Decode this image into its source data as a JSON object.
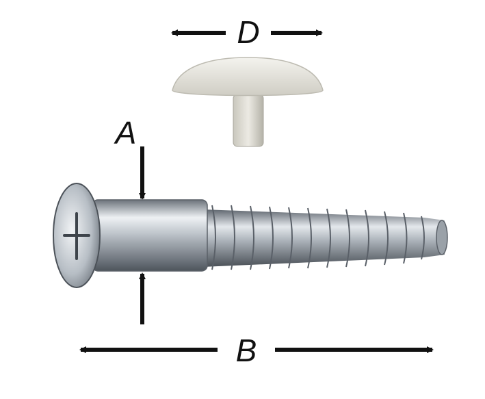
{
  "labels": {
    "cap_diameter": "D",
    "shank_diameter": "A",
    "screw_length": "B"
  },
  "colors": {
    "arrow": "#111111",
    "cap": "#e6e4dc",
    "metal_light": "#eef1f4",
    "metal_mid": "#a9b0b8",
    "metal_dark": "#5d646c"
  }
}
